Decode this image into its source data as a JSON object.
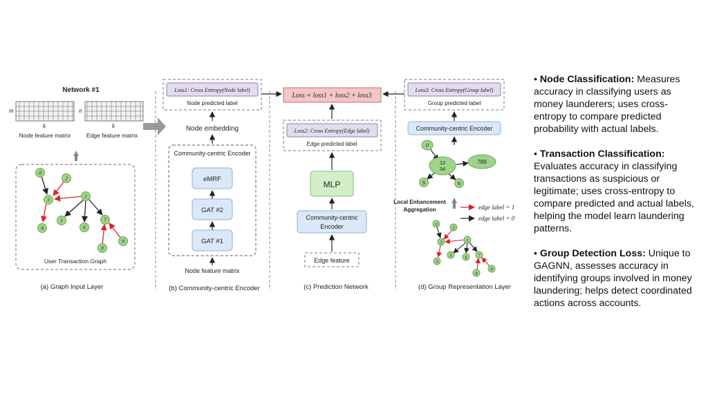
{
  "panel_a": {
    "network_title": "Network #1",
    "m_label": "m",
    "n_label": "n",
    "k_label_1": "k",
    "k_label_2": "k",
    "node_matrix_label": "Node feature matrix",
    "edge_matrix_label": "Edge feature matrix",
    "graph_label": "User Transaction Graph",
    "caption": "(a)  Graph Input Layer",
    "nodes": [
      "0",
      "2",
      "3",
      "1",
      "A",
      "5",
      "6",
      "7",
      "8",
      "9"
    ]
  },
  "panel_b": {
    "loss_box": "Loss1: Cross Entropy(Node label)",
    "predicted_label": "Node predicted label",
    "embedding_label": "Node embedding",
    "encoder_title": "Community-centric Encoder",
    "layers": [
      "eMRF",
      "GAT #2",
      "GAT #1"
    ],
    "input_label": "Node feature matrix",
    "caption": "(b) Community-centric Encoder"
  },
  "panel_c": {
    "total_loss": "Loss =  loss1 + loss2 + loss3",
    "loss_box": "Loss2: Cross Entropy(Edge label)",
    "predicted_label": "Edge predicted label",
    "mlp": "MLP",
    "encoder_line1": "Community-centric",
    "encoder_line2": "Encoder",
    "input_label": "Edge feature",
    "caption": "(c) Prediction Network"
  },
  "panel_d": {
    "loss_box": "Loss3: Cross Entropy(Group label)",
    "predicted_label": "Group predicted label",
    "encoder": "Community-centric Encoder",
    "group_node_a": "0",
    "group_node_b_line1": "12",
    "group_node_b_line2": "34",
    "group_node_c": "789",
    "group_node_d": "5",
    "group_node_e": "6",
    "aggregation_line1": "Local Enhancement",
    "aggregation_line2": "Aggregation",
    "legend_red": "edge label = 1",
    "legend_black": "edge label = 0",
    "nodes": [
      "0",
      "2",
      "3",
      "1",
      "A",
      "5",
      "6",
      "7",
      "8",
      "9"
    ],
    "caption": "(d)  Group Representation Layer"
  },
  "bullets": [
    {
      "head": "Node Classification:",
      "text": " Measures accuracy in classifying users as money launderers; uses cross-entropy to compare predicted probability with actual labels."
    },
    {
      "head": "Transaction Classification:",
      "text": " Evaluates accuracy in classifying transactions as suspicious or legitimate; uses cross-entropy to compare predicted and actual labels, helping the model learn laundering patterns."
    },
    {
      "head": "Group Detection Loss:",
      "text": " Unique to GAGNN, assesses accuracy in identifying groups involved in money laundering; helps detect coordinated actions across accounts."
    }
  ],
  "colors": {
    "node_green": "#9fd38a",
    "node_stroke": "#6aa84f",
    "edge_red": "#e02020",
    "layer_blue_fill": "#dbe8f7",
    "layer_blue_stroke": "#8fb0d8",
    "loss_purple": "#e3dcef",
    "total_loss_pink": "#f5c6c6",
    "mlp_green": "#d4efc8"
  }
}
